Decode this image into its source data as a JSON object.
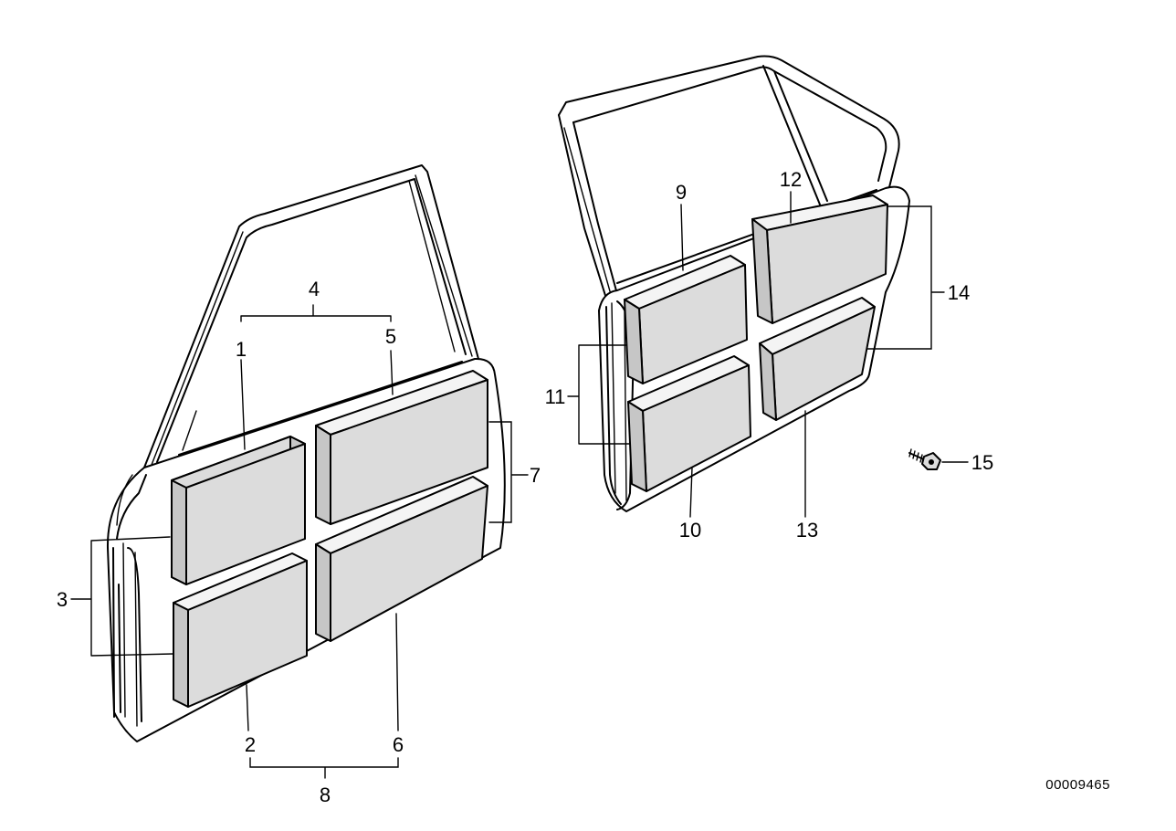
{
  "callouts": {
    "c1": "1",
    "c2": "2",
    "c3": "3",
    "c4": "4",
    "c5": "5",
    "c6": "6",
    "c7": "7",
    "c8": "8",
    "c9": "9",
    "c10": "10",
    "c11": "11",
    "c12": "12",
    "c13": "13",
    "c14": "14",
    "c15": "15"
  },
  "diagram_code": "00009465"
}
